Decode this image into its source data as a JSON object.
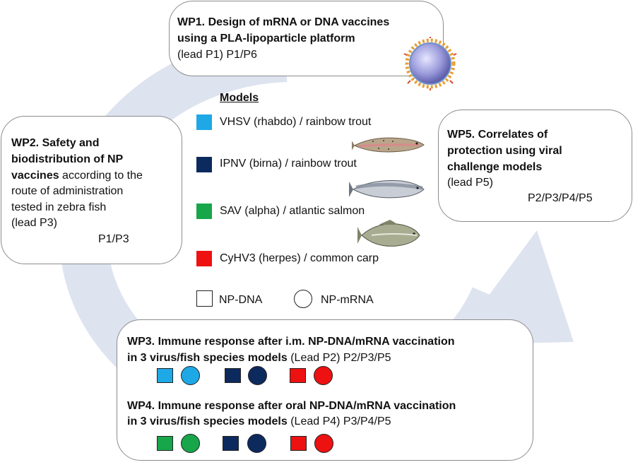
{
  "wp1": {
    "line1": "WP1. Design of mRNA or DNA vaccines",
    "line2": "using a PLA-lipoparticle platform",
    "line3": "(lead P1)   P1/P6"
  },
  "wp2": {
    "line1": "WP2. Safety and",
    "line2": "biodistribution of NP",
    "line3_bold": "vaccines",
    "line3_rest": " according to the",
    "line4": "route of administration",
    "line5": "tested in zebra fish",
    "line6": "(lead P3)",
    "partners": "P1/P3"
  },
  "wp5": {
    "line1": "WP5. Correlates of",
    "line2": "protection using viral",
    "line3": "challenge models",
    "line4": "(lead P5)",
    "partners": "P2/P3/P4/P5"
  },
  "models": {
    "title": "Models",
    "items": [
      {
        "label": "VHSV (rhabdo) / rainbow trout",
        "color": "#1ea8e6"
      },
      {
        "label": "IPNV (birna) / rainbow trout",
        "color": "#0d2a5e"
      },
      {
        "label": "SAV (alpha) / atlantic  salmon",
        "color": "#18a64a"
      },
      {
        "label": "CyHV3 (herpes) / common carp",
        "color": "#ee1111"
      }
    ],
    "legend_dna": "NP-DNA",
    "legend_mrna": "NP-mRNA"
  },
  "wp3": {
    "line1": "WP3. Immune response after i.m. NP-DNA/mRNA  vaccination",
    "line2_bold": "in 3 virus/fish species models",
    "line2_rest": " (Lead P2)   P2/P3/P5"
  },
  "wp4": {
    "line1": "WP4. Immune response after oral NP-DNA/mRNA   vaccination",
    "line2_bold": "in 3 virus/fish species models",
    "line2_rest": " (Lead P4)   P3/P4/P5"
  },
  "colors": {
    "cycle_arrow": "#dde3ef",
    "box_border": "#8c8c8c"
  }
}
